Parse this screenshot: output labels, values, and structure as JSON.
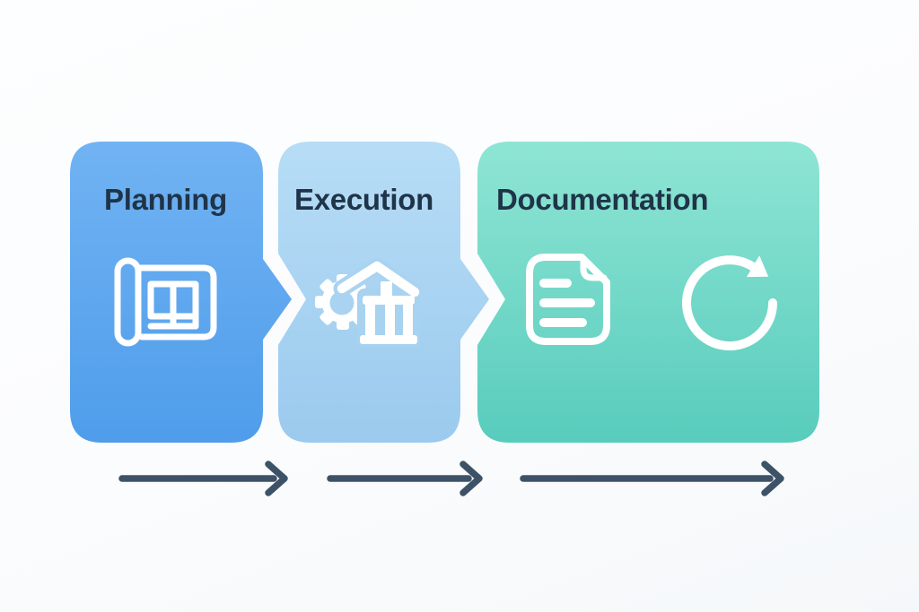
{
  "diagram": {
    "stages": [
      {
        "label": "Planning",
        "icons": [
          "blueprint-icon"
        ],
        "panel_color_top": "#71B3F3",
        "panel_color_bottom": "#4F9DEB"
      },
      {
        "label": "Execution",
        "icons": [
          "gear-house-icon"
        ],
        "panel_color_top": "#B7DDF6",
        "panel_color_bottom": "#9BCAEE"
      },
      {
        "label": "Documentation",
        "icons": [
          "document-icon",
          "refresh-icon"
        ],
        "panel_color_top": "#8FE5D4",
        "panel_color_bottom": "#58CCBD"
      }
    ],
    "label_color": "#1F3448",
    "icon_color": "#FFFFFF",
    "arrow_color": "#3D5267",
    "flow_arrow_count": 3,
    "background": "#FBFCFD"
  }
}
